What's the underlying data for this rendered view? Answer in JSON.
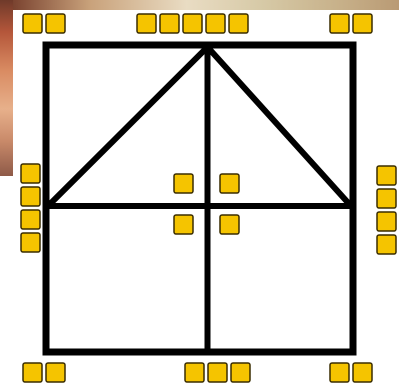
{
  "figure": {
    "description_colors": {
      "frame_stroke": "#000000",
      "square_fill": "#f5c400",
      "square_stroke": "#3a2d00",
      "background": "#ffffff"
    },
    "groups": [
      {
        "name": "top-left",
        "count": 2
      },
      {
        "name": "top-center",
        "count": 5
      },
      {
        "name": "top-right",
        "count": 2
      },
      {
        "name": "left-side",
        "count": 4
      },
      {
        "name": "right-side",
        "count": 4
      },
      {
        "name": "center",
        "count": 4
      },
      {
        "name": "bottom-left",
        "count": 2
      },
      {
        "name": "bottom-center",
        "count": 3
      },
      {
        "name": "bottom-right",
        "count": 2
      }
    ]
  }
}
